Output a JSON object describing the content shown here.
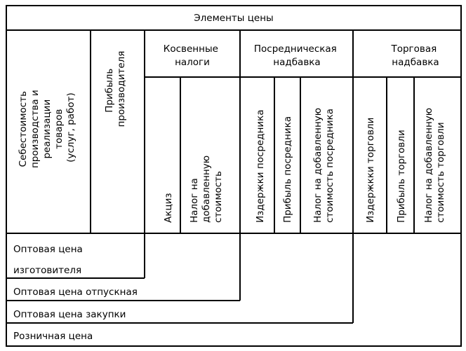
{
  "title": "Элементы цены",
  "groups": [
    {
      "key": "cost",
      "lines": [
        "Себестоимость",
        "производства и",
        "реализации",
        "товаров",
        "(услуг, работ)"
      ]
    },
    {
      "key": "profit",
      "lines": [
        "Прибыль",
        "производителя"
      ]
    },
    {
      "key": "taxes",
      "lines": [
        "Косвенные",
        "налоги"
      ],
      "sub": [
        {
          "key": "excise",
          "lines": [
            "Акциз"
          ]
        },
        {
          "key": "vat",
          "lines": [
            "Налог на",
            "добавленную",
            "стоимость"
          ]
        }
      ]
    },
    {
      "key": "intermediary",
      "lines": [
        "Посредническая",
        "надбавка"
      ],
      "sub": [
        {
          "key": "costs",
          "lines": [
            "Издержки посредника"
          ]
        },
        {
          "key": "profit",
          "lines": [
            "Прибыль посредника"
          ]
        },
        {
          "key": "vat",
          "lines": [
            "Налог на добавленную",
            "стоимость посредника"
          ]
        }
      ]
    },
    {
      "key": "trade",
      "lines": [
        "Торговая",
        "надбавка"
      ],
      "sub": [
        {
          "key": "costs",
          "lines": [
            "Издержкки торговли"
          ]
        },
        {
          "key": "profit",
          "lines": [
            "Прибыль торговли"
          ]
        },
        {
          "key": "vat",
          "lines": [
            "Налог на добавленную",
            "стоимость торговли"
          ]
        }
      ]
    }
  ],
  "prices": [
    {
      "key": "manufacturer",
      "lines": [
        "Оптовая цена",
        "изготовителя"
      ]
    },
    {
      "key": "wholesale-release",
      "lines": [
        "Оптовая цена отпускная"
      ]
    },
    {
      "key": "wholesale-purchase",
      "lines": [
        "Оптовая цена закупки"
      ]
    },
    {
      "key": "retail",
      "lines": [
        "Розничная цена"
      ]
    }
  ]
}
